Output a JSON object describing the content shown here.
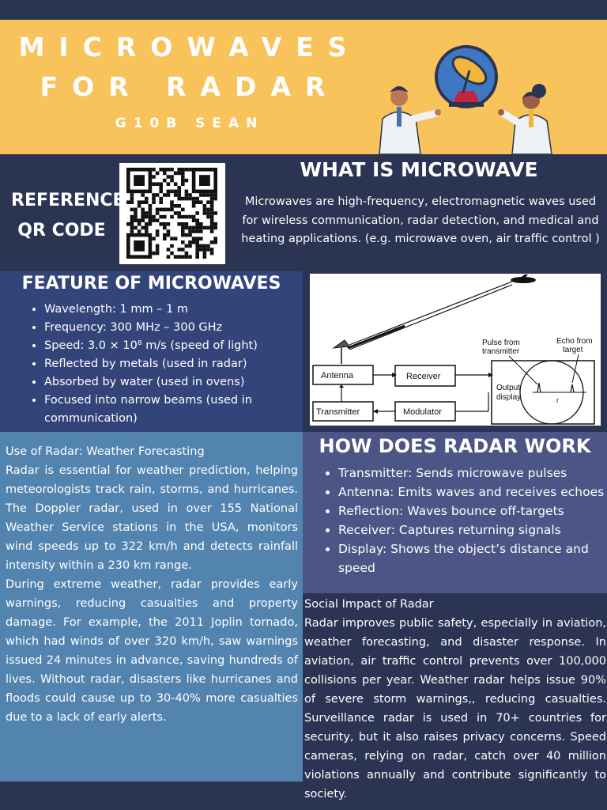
{
  "header": {
    "title_line1": "MICROWAVES",
    "title_line2": "FOR RADAR",
    "subtitle": "G10B SEAN"
  },
  "reference": {
    "label_line1": "REFERENCE",
    "label_line2": "QR CODE"
  },
  "what_is": {
    "title": "WHAT IS MICROWAVE",
    "text": "Microwaves are high-frequency,  electromagnetic waves used for wireless communication, radar detection, and medical and heating applications. (e.g. microwave oven, air traffic control )"
  },
  "features": {
    "title": "FEATURE OF MICROWAVES",
    "items": [
      "Wavelength: 1 mm – 1 m",
      "Frequency: 300 MHz – 300 GHz",
      "Speed: 3.0 × 10⁸ m/s (speed of light)",
      "Reflected by metals (used in radar)",
      "Absorbed by water (used in ovens)",
      "Focused into narrow beams (used in communication)"
    ]
  },
  "diagram": {
    "antenna": "Antenna",
    "receiver": "Receiver",
    "transmitter": "Transmitter",
    "modulator": "Modulator",
    "pulse_line1": "Pulse from",
    "pulse_line2": "transmitter",
    "echo_line1": "Echo from",
    "echo_line2": "target",
    "output_line1": "Output",
    "output_line2": "display",
    "range_mark": "r"
  },
  "weather": {
    "heading": "Use of Radar: Weather Forecasting",
    "para1": "Radar is essential for weather prediction, helping meteorologists track rain, storms, and hurricanes. The Doppler radar, used in over 155 National Weather Service stations in the USA, monitors wind speeds up to 322 km/h and detects rainfall intensity within a 230 km range.",
    "para2": "During extreme weather, radar provides early warnings, reducing casualties and property damage. For example, the 2011 Joplin tornado, which had winds of over 320 km/h, saw warnings issued 24 minutes in advance, saving hundreds of lives. Without radar, disasters like hurricanes and floods could cause up to 30-40% more casualties due to a lack of early alerts."
  },
  "how_radar": {
    "title": "HOW DOES RADAR WORK",
    "items": [
      "Transmitter: Sends microwave pulses",
      " Antenna: Emits waves and receives echoes",
      "Reflection: Waves bounce off-targets",
      "Receiver: Captures returning signals",
      "Display: Shows the object’s distance and speed"
    ]
  },
  "social": {
    "heading": "Social Impact of Radar",
    "text": "Radar improves public safety, especially in aviation, weather forecasting, and disaster response. In aviation, air traffic control prevents over 100,000 collisions per year. Weather radar helps issue 90% of severe storm warnings,, reducing casualties. Surveillance radar is used in 70+ countries for security, but it also raises privacy concerns. Speed cameras, relying on radar, catch over 40 million violations annually and contribute significantly to society."
  },
  "colors": {
    "navy": "#2b3452",
    "header_yellow": "#f8c35a",
    "feature_blue": "#33447a",
    "weather_blue": "#5384b0",
    "how_purple": "#4c5585"
  },
  "icons": [
    "radar-dish-icon",
    "scientist-illustration"
  ]
}
